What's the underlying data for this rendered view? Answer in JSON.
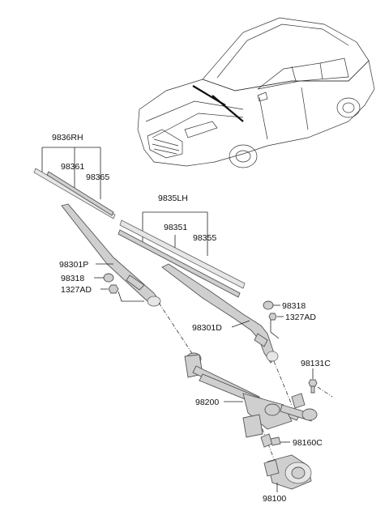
{
  "labels": {
    "rh_assy": "9836RH",
    "rh_blade_a": "98361",
    "rh_blade_b": "98365",
    "lh_assy": "9835LH",
    "lh_blade_a": "98351",
    "lh_blade_b": "98355",
    "rh_arm": "98301P",
    "cap_rh": "98318",
    "nut_rh": "1327AD",
    "cap_lh": "98318",
    "nut_lh": "1327AD",
    "lh_arm": "98301D",
    "bolt": "98131C",
    "linkage": "98200",
    "bracket": "98160C",
    "motor": "98100"
  }
}
